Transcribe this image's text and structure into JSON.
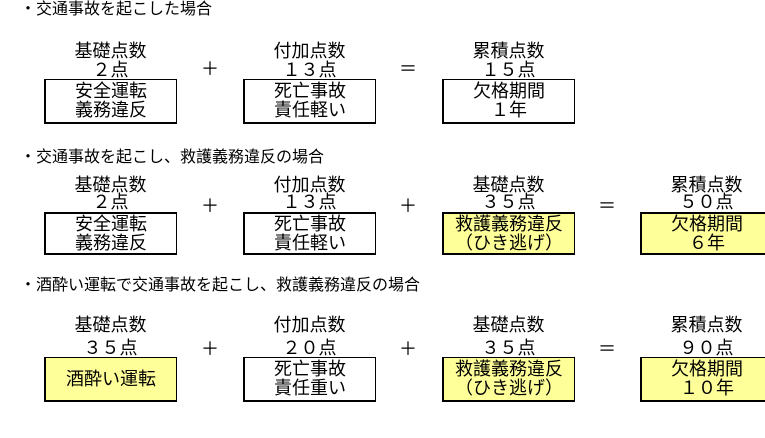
{
  "colors": {
    "highlight": "#FFFF99",
    "border": "#000000",
    "text": "#000000",
    "background": "#FFFFFF"
  },
  "sections": [
    {
      "title": "・交通事故を起こした場合",
      "operators": [
        "＋",
        "＝"
      ],
      "columns": [
        {
          "header": "基礎点数",
          "points": "２点",
          "box_lines": [
            "安全運転",
            "義務違反"
          ],
          "highlighted": false
        },
        {
          "header": "付加点数",
          "points": "１３点",
          "box_lines": [
            "死亡事故",
            "責任軽い"
          ],
          "highlighted": false
        },
        {
          "header": "累積点数",
          "points": "１５点",
          "box_lines": [
            "欠格期間",
            "１年"
          ],
          "highlighted": false
        }
      ]
    },
    {
      "title": "・交通事故を起こし、救護義務違反の場合",
      "operators": [
        "＋",
        "＋",
        "＝"
      ],
      "columns": [
        {
          "header": "基礎点数",
          "points": "２点",
          "box_lines": [
            "安全運転",
            "義務違反"
          ],
          "highlighted": false
        },
        {
          "header": "付加点数",
          "points": "１３点",
          "box_lines": [
            "死亡事故",
            "責任軽い"
          ],
          "highlighted": false
        },
        {
          "header": "基礎点数",
          "points": "３５点",
          "box_lines": [
            "救護義務違反",
            "（ひき逃げ）"
          ],
          "highlighted": true
        },
        {
          "header": "累積点数",
          "points": "５０点",
          "box_lines": [
            "欠格期間",
            "６年"
          ],
          "highlighted": true
        }
      ]
    },
    {
      "title": "・酒酔い運転で交通事故を起こし、救護義務違反の場合",
      "operators": [
        "＋",
        "＋",
        "＝"
      ],
      "columns": [
        {
          "header": "基礎点数",
          "points": "３５点",
          "box_lines": [
            "酒酔い運転"
          ],
          "highlighted": true
        },
        {
          "header": "付加点数",
          "points": "２０点",
          "box_lines": [
            "死亡事故",
            "責任重い"
          ],
          "highlighted": false
        },
        {
          "header": "基礎点数",
          "points": "３５点",
          "box_lines": [
            "救護義務違反",
            "（ひき逃げ）"
          ],
          "highlighted": true
        },
        {
          "header": "累積点数",
          "points": "９０点",
          "box_lines": [
            "欠格期間",
            "１０年"
          ],
          "highlighted": true
        }
      ]
    }
  ]
}
